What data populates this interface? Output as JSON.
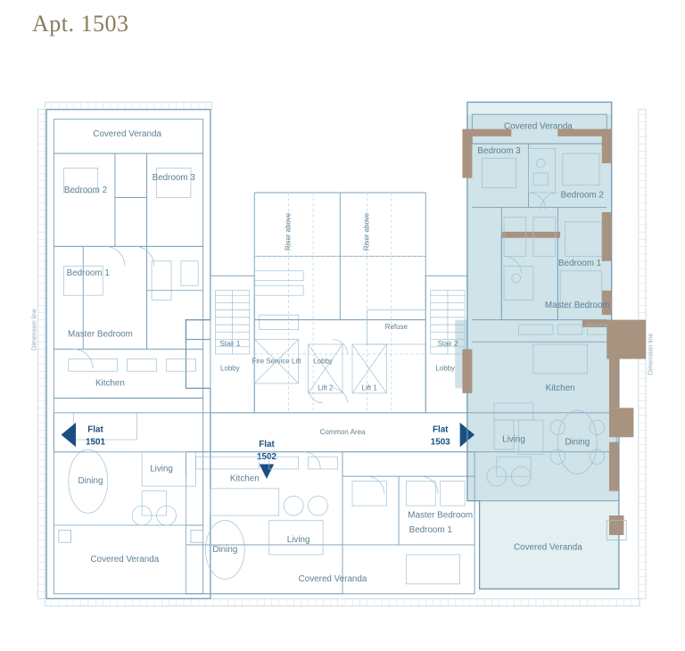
{
  "page": {
    "title": "Apt. 1503",
    "background_color": "#ffffff",
    "title_color": "#8a7a5e"
  },
  "colors": {
    "highlight_interior_fill": "#cfe3e8",
    "highlight_veranda_fill": "#e3eff0",
    "structural_wall": "#a89380",
    "line_primary": "#5b87a6",
    "line_secondary": "#9dbfd2",
    "line_faint": "#cdddE7",
    "label_text": "#5d7f93",
    "flat_marker": "#1b4f80",
    "dimension_text": "#93a7b5"
  },
  "plan": {
    "highlighted_unit": "Flat 1503",
    "flat_markers": [
      {
        "id": "flat-1501",
        "line1": "Flat",
        "line2": "1501",
        "direction": "left"
      },
      {
        "id": "flat-1502",
        "line1": "Flat",
        "line2": "1502",
        "direction": "down"
      },
      {
        "id": "flat-1503",
        "line1": "Flat",
        "line2": "1503",
        "direction": "right"
      }
    ],
    "core": {
      "common_area": "Common Area",
      "lobby_center": "Lobby",
      "lobby_left": "Lobby",
      "lobby_right": "Lobby",
      "stair_left": "Stair 1",
      "stair_right": "Stair 2",
      "lift_1": "Lift 1",
      "lift_2": "Lift 2",
      "fire_service_lift": "Fire Service Lift",
      "refuse": "Refuse",
      "riser_left": "Riser above",
      "riser_right": "Riser above"
    },
    "unit_left": {
      "name": "Flat 1501",
      "rooms": [
        "Covered Veranda",
        "Bedroom 2",
        "Bedroom 3",
        "Bedroom 1",
        "Master Bedroom",
        "Kitchen",
        "Dining",
        "Living",
        "Covered Veranda"
      ]
    },
    "unit_center": {
      "name": "Flat 1502",
      "rooms": [
        "Kitchen",
        "Dining",
        "Living",
        "Bedroom 1",
        "Master Bedroom",
        "Covered Veranda"
      ]
    },
    "unit_right": {
      "name": "Flat 1503",
      "highlighted": true,
      "rooms": [
        "Covered Veranda",
        "Bedroom 3",
        "Bedroom 2",
        "Bedroom 1",
        "Master Bedroom",
        "Kitchen",
        "Dining",
        "Living",
        "Covered Veranda"
      ]
    },
    "dimension_labels": {
      "left": "Dimension line",
      "right": "Dimension line"
    }
  }
}
